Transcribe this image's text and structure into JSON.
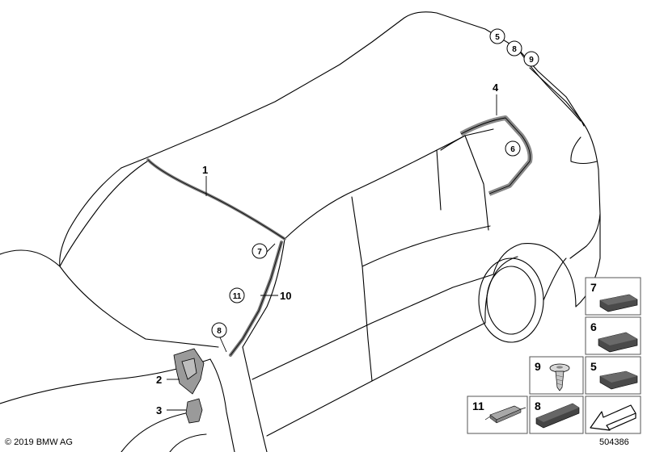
{
  "callouts": {
    "c1": "1",
    "c2": "2",
    "c3": "3",
    "c4": "4",
    "c10": "10"
  },
  "circled_callouts": {
    "c5": "5",
    "c8_top": "8",
    "c9": "9",
    "c6": "6",
    "c7": "7",
    "c11": "11",
    "c8_front": "8"
  },
  "legend_parts": {
    "p7": "7",
    "p6": "6",
    "p9": "9",
    "p5": "5",
    "p11": "11",
    "p8": "8"
  },
  "footer": {
    "copyright": "© 2019 BMW AG",
    "diagram_number": "504386"
  },
  "colors": {
    "line": "#000000",
    "gasket": "#777777",
    "pad": "#444444",
    "legend_border": "#555555"
  }
}
